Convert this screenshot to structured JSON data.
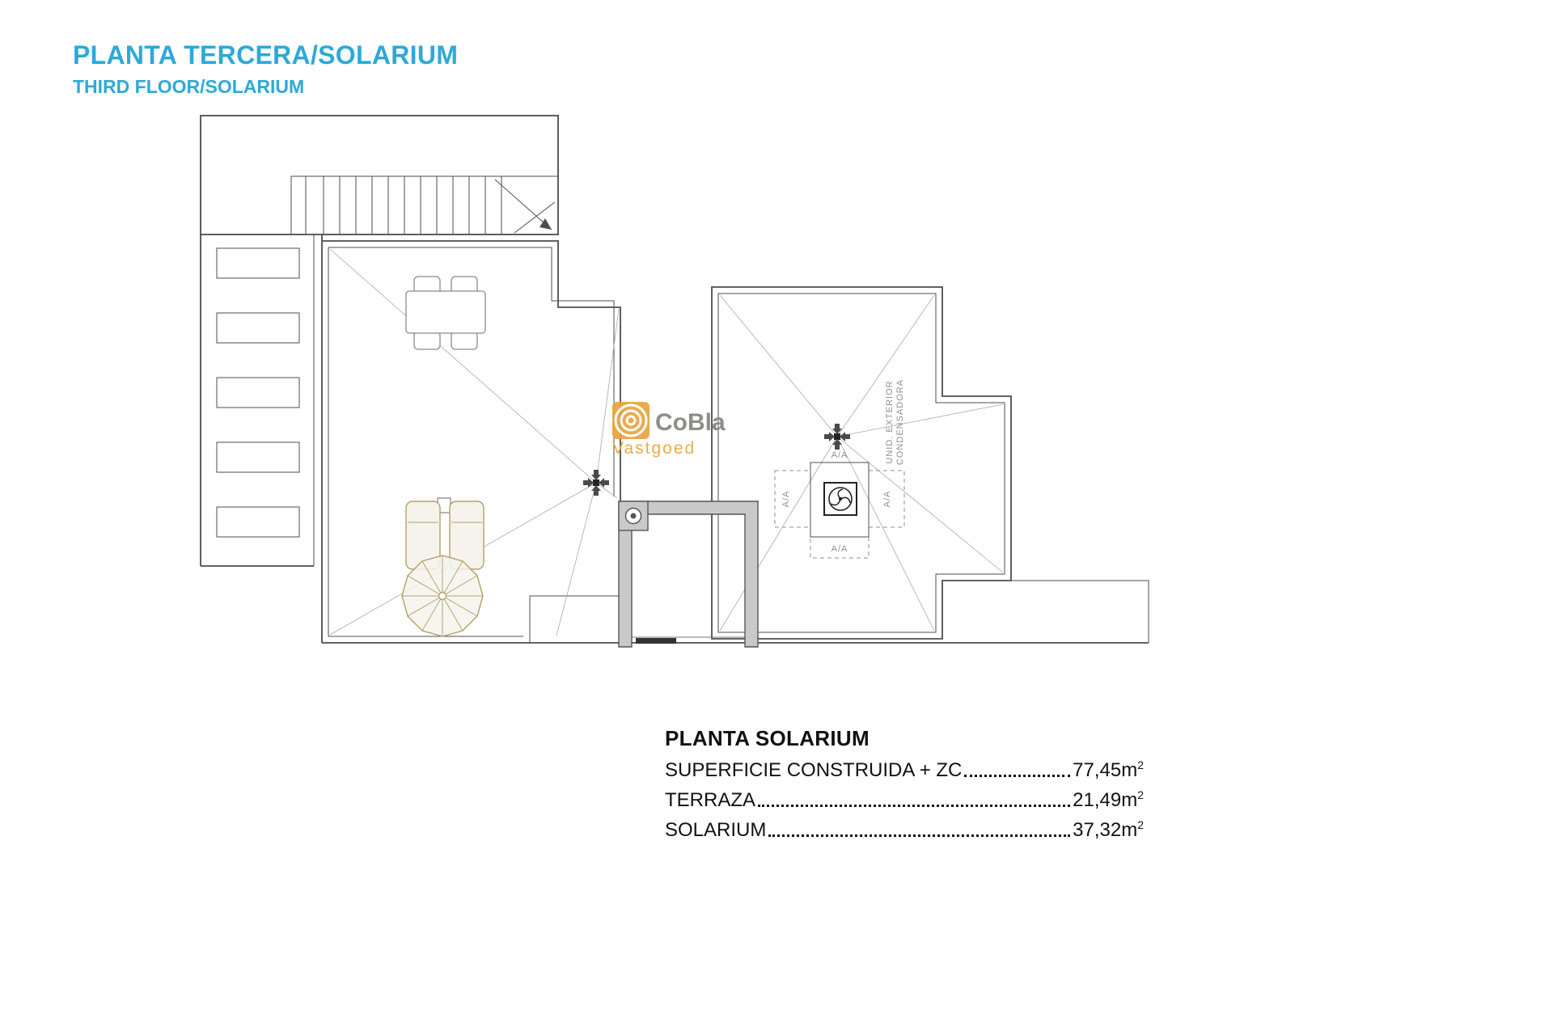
{
  "header": {
    "title_es": "PLANTA TERCERA/SOLARIUM",
    "title_en": "THIRD FLOOR/SOLARIUM"
  },
  "colors": {
    "accent_blue": "#2ea9d8",
    "plan_line": "#4d4d4d",
    "furniture_tan": "#b3a06a",
    "watermark_orange": "#e8a43d",
    "watermark_gray": "#85857d",
    "shaft_gray": "#c9c9c9"
  },
  "watermark": {
    "brand": "CoBla",
    "sub": "Vastgoed"
  },
  "plan": {
    "equipment": {
      "label_line1": "UNID. EXTERIOR",
      "label_line2": "CONDENSADORA",
      "aa_label": "A/A"
    }
  },
  "summary": {
    "title": "PLANTA SOLARIUM",
    "rows": [
      {
        "label": "SUPERFICIE CONSTRUIDA + ZC",
        "value": "77,45",
        "unit": "m",
        "sup": "2"
      },
      {
        "label": "TERRAZA",
        "value": "21,49",
        "unit": "m",
        "sup": "2"
      },
      {
        "label": "SOLARIUM",
        "value": "37,32",
        "unit": "m",
        "sup": "2"
      }
    ]
  }
}
